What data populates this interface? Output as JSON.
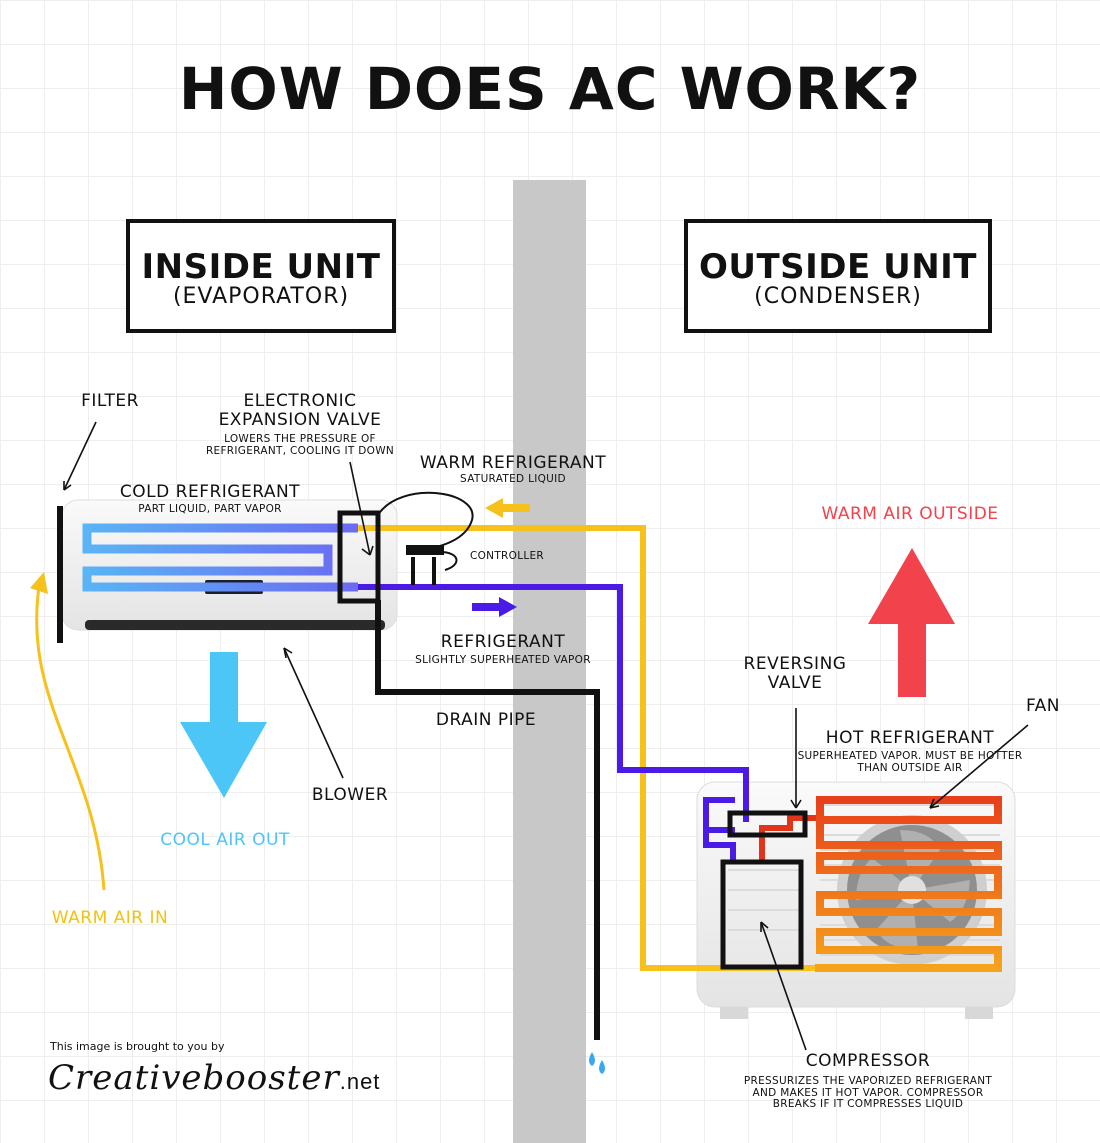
{
  "title": "HOW DOES AC WORK?",
  "inside_unit": {
    "heading": "INSIDE UNIT",
    "subheading": "(EVAPORATOR)"
  },
  "outside_unit": {
    "heading": "OUTSIDE UNIT",
    "subheading": "(CONDENSER)"
  },
  "labels": {
    "filter": "FILTER",
    "expansion_valve": "ELECTRONIC\nEXPANSION VALVE",
    "expansion_valve_desc": "LOWERS THE PRESSURE OF\nREFRIGERANT, COOLING IT DOWN",
    "cold_refrigerant": "COLD REFRIGERANT",
    "cold_refrigerant_desc": "PART LIQUID, PART VAPOR",
    "warm_refrigerant": "WARM REFRIGERANT",
    "warm_refrigerant_desc": "SATURATED LIQUID",
    "controller": "CONTROLLER",
    "refrigerant": "REFRIGERANT",
    "refrigerant_desc": "SLIGHTLY SUPERHEATED VAPOR",
    "drain_pipe": "DRAIN PIPE",
    "blower": "BLOWER",
    "cool_air_out": "COOL AIR OUT",
    "warm_air_in": "WARM AIR IN",
    "warm_air_outside": "WARM AIR OUTSIDE",
    "reversing_valve": "REVERSING\nVALVE",
    "hot_refrigerant": "HOT REFRIGERANT",
    "hot_refrigerant_desc": "SUPERHEATED VAPOR. MUST BE HOTTER\nTHAN OUTSIDE AIR",
    "fan": "FAN",
    "compressor": "COMPRESSOR",
    "compressor_desc": "PRESSURIZES THE VAPORIZED REFRIGERANT\nAND MAKES IT HOT VAPOR. COMPRESSOR\nBREAKS IF IT COMPRESSES LIQUID"
  },
  "credit": {
    "line1": "This image is brought to you by",
    "brand": "Creativebooster",
    "tld": ".net"
  },
  "colors": {
    "cold": "#5ab4f5",
    "blue_purple": "#5a5af0",
    "purple": "#4a1ae6",
    "warm_yellow": "#f7c11c",
    "cool_air": "#4cc6f7",
    "warm_air_red": "#f2424b",
    "hot_orange": "#e8551f",
    "wall": "#c8c8c8",
    "drain_black": "#111111"
  },
  "icons": [
    "arrow-down-icon",
    "arrow-up-icon",
    "arrow-left-icon",
    "arrow-right-icon",
    "water-drop-icon",
    "fan-icon"
  ]
}
